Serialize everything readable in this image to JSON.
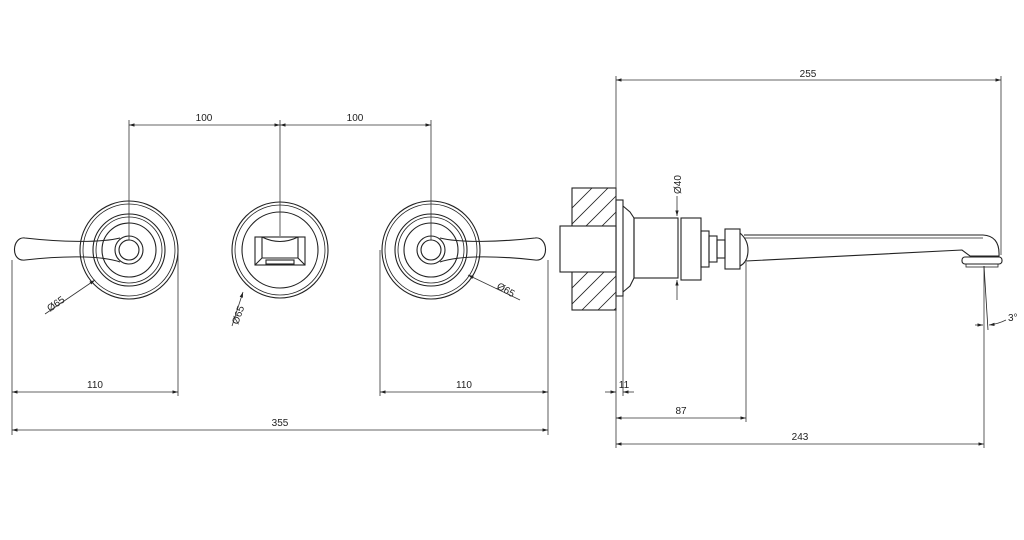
{
  "drawing": {
    "front_view": {
      "dim_handle_to_valve": "100",
      "dim_valve_to_handle": "100",
      "dim_left_plate": "110",
      "dim_right_plate": "110",
      "dim_overall_width": "355",
      "dia_left": "Ø65",
      "dia_center": "Ø65",
      "dia_right": "Ø65"
    },
    "side_view": {
      "dim_overall_projection": "255",
      "dia_body": "Ø40",
      "dim_flange": "11",
      "dim_body_length": "87",
      "dim_spout_reach": "243",
      "angle_flow": "3°"
    },
    "line_color": "#222222"
  }
}
